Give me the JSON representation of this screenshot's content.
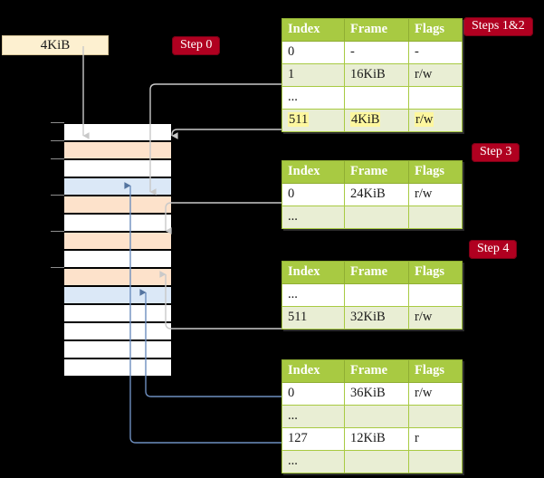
{
  "diagram": {
    "title_source_box": "4KiB",
    "colors": {
      "background": "#000000",
      "table_header": "#a8ca42",
      "table_row_alt": "#e9eed4",
      "highlight": "#fdf79f",
      "badge": "#b00020",
      "source_box": "#fdf0d0",
      "mem_orange": "#fde2cb",
      "mem_blue": "#dbe8f7",
      "wire_gray": "#b9b9b9",
      "wire_blue": "#6e8fbf"
    }
  },
  "badges": [
    {
      "label": "Step 0",
      "name": "step-0-badge"
    },
    {
      "label": "Steps 1&2",
      "name": "steps-1-2-badge"
    },
    {
      "label": "Step 3",
      "name": "step-3-badge"
    },
    {
      "label": "Step 4",
      "name": "step-4-badge"
    }
  ],
  "tables": [
    {
      "name": "page-table-level-1",
      "headers": [
        "Index",
        "Frame",
        "Flags"
      ],
      "rows": [
        {
          "cells": [
            "0",
            "-",
            "-"
          ],
          "highlight": false
        },
        {
          "cells": [
            "1",
            "16KiB",
            "r/w"
          ],
          "highlight": false
        },
        {
          "cells": [
            "...",
            "",
            ""
          ],
          "highlight": false
        },
        {
          "cells": [
            "511",
            "4KiB",
            "r/w"
          ],
          "highlight": true
        }
      ]
    },
    {
      "name": "page-table-level-2",
      "headers": [
        "Index",
        "Frame",
        "Flags"
      ],
      "rows": [
        {
          "cells": [
            "0",
            "24KiB",
            "r/w"
          ],
          "highlight": false
        },
        {
          "cells": [
            "...",
            "",
            ""
          ],
          "highlight": false
        }
      ]
    },
    {
      "name": "page-table-level-3",
      "headers": [
        "Index",
        "Frame",
        "Flags"
      ],
      "rows": [
        {
          "cells": [
            "...",
            "",
            ""
          ],
          "highlight": false
        },
        {
          "cells": [
            "511",
            "32KiB",
            "r/w"
          ],
          "highlight": false
        }
      ]
    },
    {
      "name": "page-table-level-4",
      "headers": [
        "Index",
        "Frame",
        "Flags"
      ],
      "rows": [
        {
          "cells": [
            "0",
            "36KiB",
            "r/w"
          ],
          "highlight": false
        },
        {
          "cells": [
            "...",
            "",
            ""
          ],
          "highlight": false
        },
        {
          "cells": [
            "127",
            "12KiB",
            "r"
          ],
          "highlight": false
        },
        {
          "cells": [
            "...",
            "",
            ""
          ],
          "highlight": false
        }
      ]
    }
  ],
  "memory_column": {
    "name": "physical-memory-column",
    "rows": [
      {
        "fill": "plain"
      },
      {
        "fill": "orange"
      },
      {
        "fill": "plain"
      },
      {
        "fill": "blue"
      },
      {
        "fill": "orange"
      },
      {
        "fill": "plain"
      },
      {
        "fill": "orange"
      },
      {
        "fill": "plain"
      },
      {
        "fill": "orange"
      },
      {
        "fill": "blue"
      },
      {
        "fill": "plain"
      },
      {
        "fill": "plain"
      },
      {
        "fill": "plain"
      },
      {
        "fill": "plain"
      }
    ]
  }
}
